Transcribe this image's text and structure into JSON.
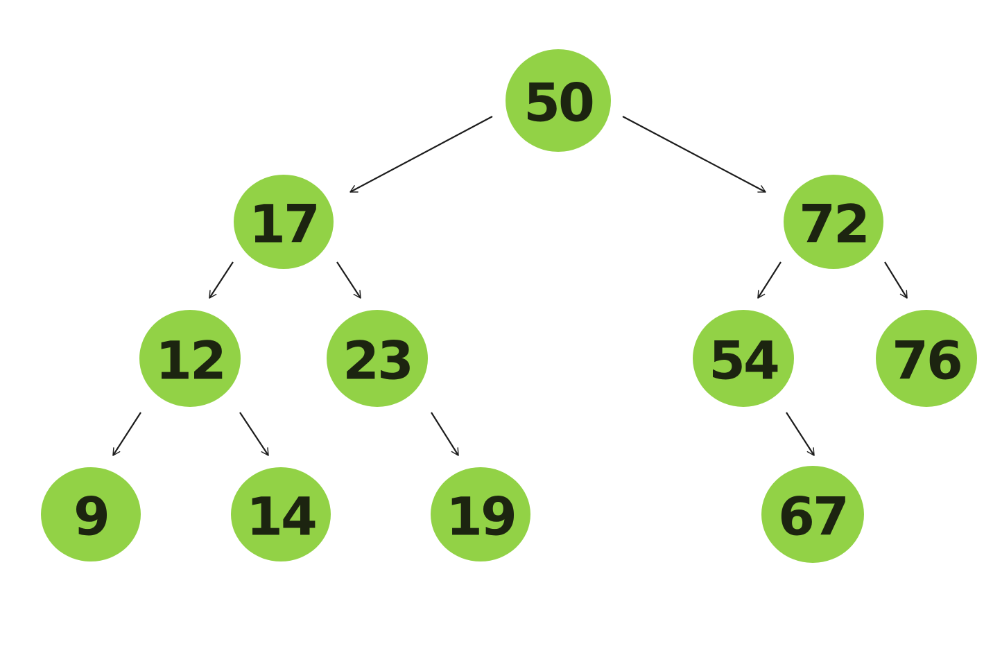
{
  "colors": {
    "node_fill": "#92d246",
    "text": "#1c2410",
    "edge": "#1c1c1c",
    "background": "#ffffff"
  },
  "tree": {
    "nodes": [
      {
        "id": "50",
        "label": "50"
      },
      {
        "id": "17",
        "label": "17"
      },
      {
        "id": "72",
        "label": "72"
      },
      {
        "id": "12",
        "label": "12"
      },
      {
        "id": "23",
        "label": "23"
      },
      {
        "id": "54",
        "label": "54"
      },
      {
        "id": "76",
        "label": "76"
      },
      {
        "id": "9",
        "label": "9"
      },
      {
        "id": "14",
        "label": "14"
      },
      {
        "id": "19",
        "label": "19"
      },
      {
        "id": "67",
        "label": "67"
      }
    ],
    "edges": [
      {
        "from": "50",
        "to": "17"
      },
      {
        "from": "50",
        "to": "72"
      },
      {
        "from": "17",
        "to": "12"
      },
      {
        "from": "17",
        "to": "23"
      },
      {
        "from": "72",
        "to": "54"
      },
      {
        "from": "72",
        "to": "76"
      },
      {
        "from": "12",
        "to": "9"
      },
      {
        "from": "12",
        "to": "14"
      },
      {
        "from": "23",
        "to": "19"
      },
      {
        "from": "54",
        "to": "67"
      }
    ]
  }
}
